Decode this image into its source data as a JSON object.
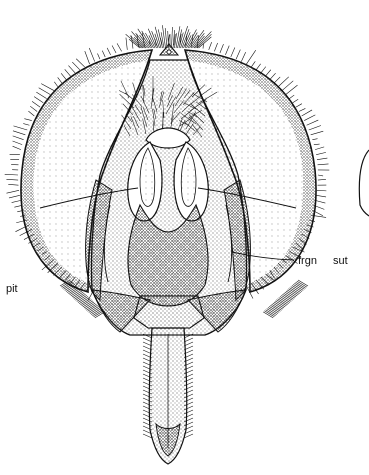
{
  "labels": {
    "pit": "pit",
    "frgn": "frgn",
    "sut": "sut"
  },
  "colors": {
    "ink": "#111111",
    "paper": "#ffffff",
    "stipple": "#555555"
  }
}
